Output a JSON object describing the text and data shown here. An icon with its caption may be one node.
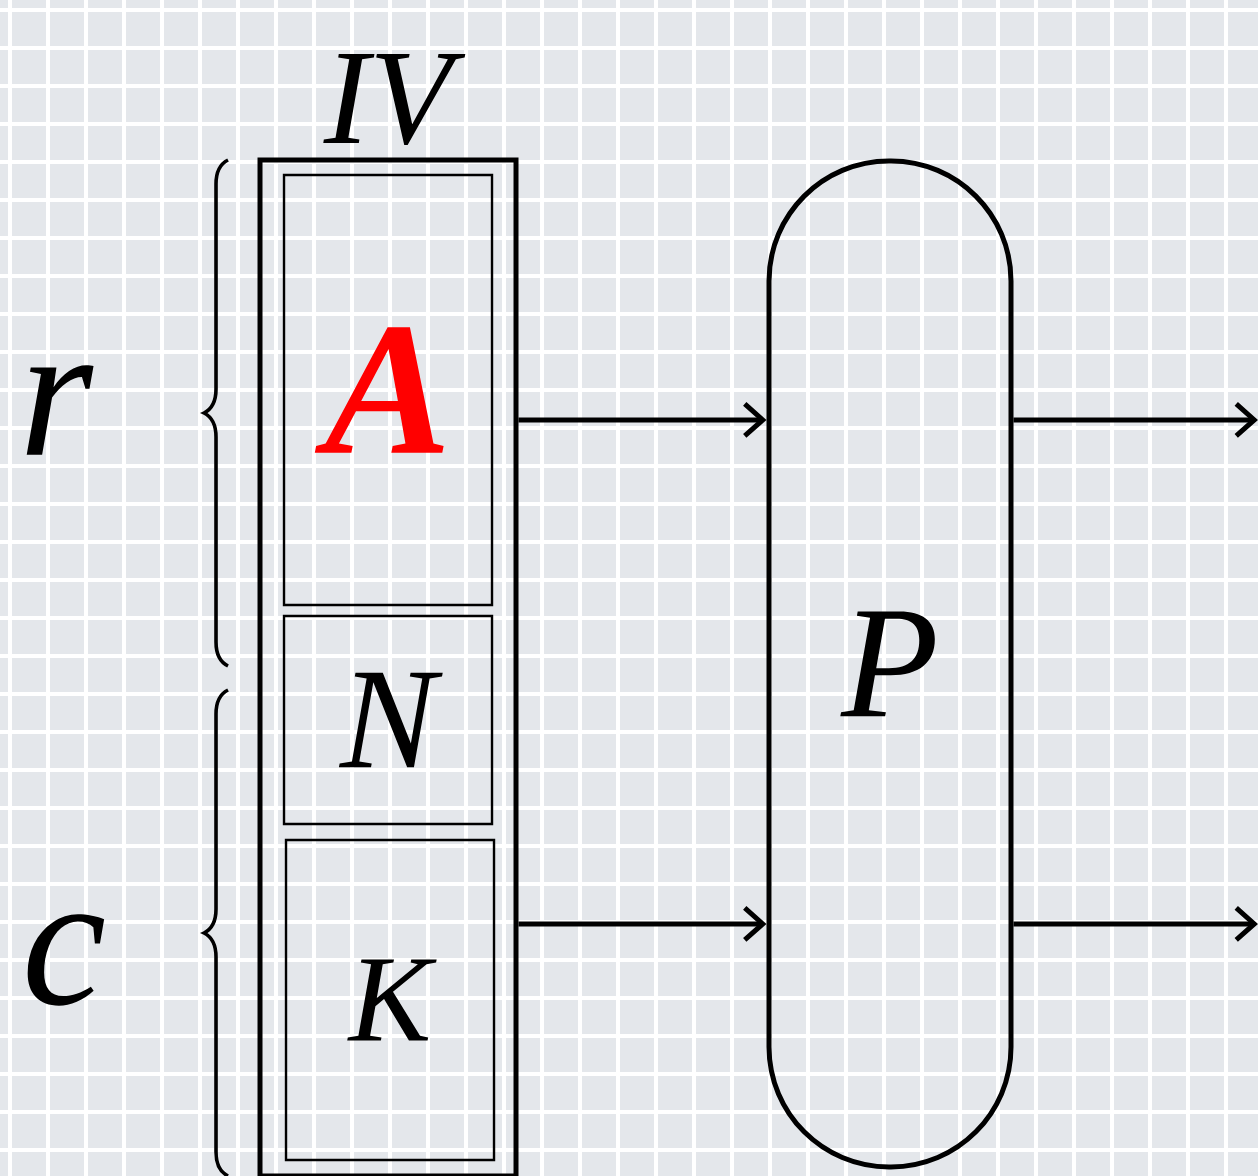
{
  "diagram": {
    "nodes": [
      {
        "text": [
          "IV"
        ]
      },
      {
        "text": [
          "A"
        ],
        "in": 0
      },
      {
        "text": [
          "N"
        ],
        "in": 0
      },
      {
        "text": [
          "K"
        ],
        "in": 0
      },
      {
        "text": [
          "P"
        ]
      }
    ],
    "edges": [
      {
        "from": 0,
        "to": 4,
        "arrow": "to"
      },
      {
        "from": 0,
        "to": 4,
        "arrow": "to"
      },
      {
        "from": 4,
        "to": null,
        "arrow": "to"
      },
      {
        "from": 4,
        "to": null,
        "arrow": "to"
      }
    ],
    "labels": [
      "r",
      "c"
    ]
  }
}
